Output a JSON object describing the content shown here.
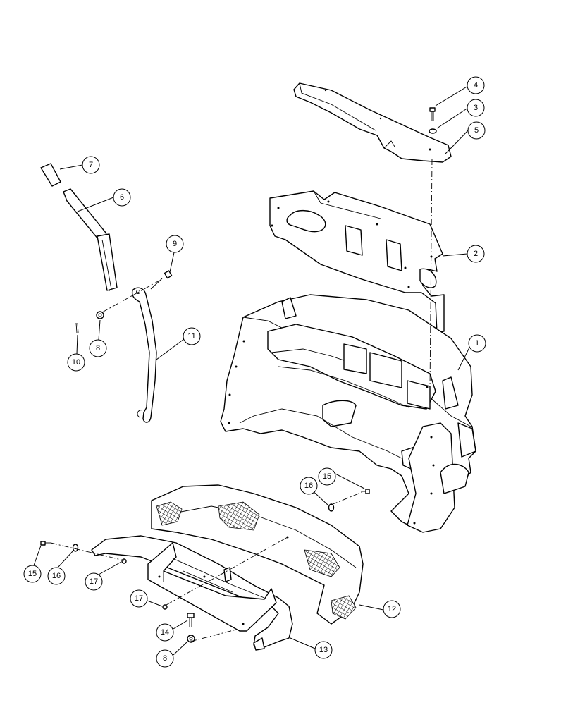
{
  "diagram": {
    "callouts": [
      {
        "id": "c4",
        "label": "4"
      },
      {
        "id": "c3",
        "label": "3"
      },
      {
        "id": "c5",
        "label": "5"
      },
      {
        "id": "c7",
        "label": "7"
      },
      {
        "id": "c6",
        "label": "6"
      },
      {
        "id": "c9",
        "label": "9"
      },
      {
        "id": "c2",
        "label": "2"
      },
      {
        "id": "c11",
        "label": "11"
      },
      {
        "id": "c8a",
        "label": "8"
      },
      {
        "id": "c10",
        "label": "10"
      },
      {
        "id": "c1",
        "label": "1"
      },
      {
        "id": "c15a",
        "label": "15"
      },
      {
        "id": "c16a",
        "label": "16"
      },
      {
        "id": "c15b",
        "label": "15"
      },
      {
        "id": "c16b",
        "label": "16"
      },
      {
        "id": "c17a",
        "label": "17"
      },
      {
        "id": "c17b",
        "label": "17"
      },
      {
        "id": "c12",
        "label": "12"
      },
      {
        "id": "c14",
        "label": "14"
      },
      {
        "id": "c13",
        "label": "13"
      },
      {
        "id": "c8b",
        "label": "8"
      }
    ]
  }
}
